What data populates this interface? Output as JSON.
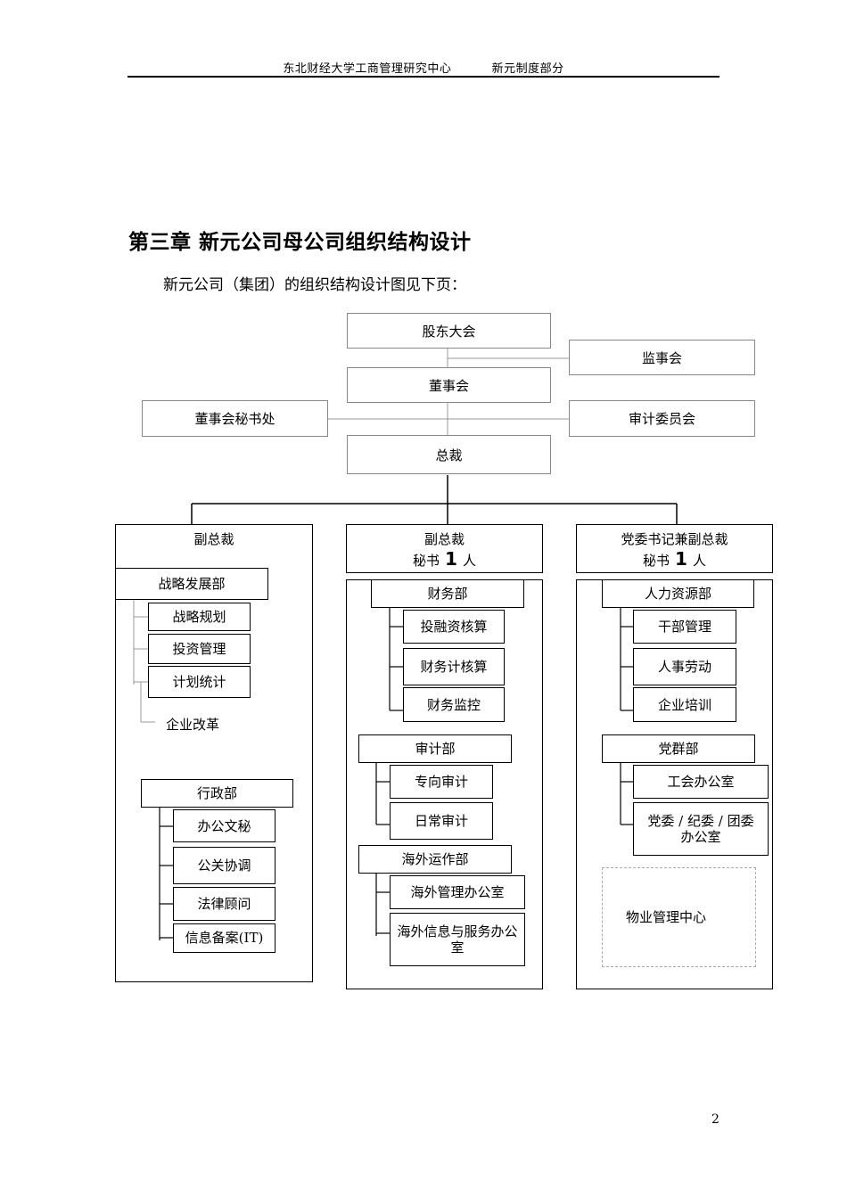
{
  "header": {
    "left": "东北财经大学工商管理研究中心",
    "right": "新元制度部分"
  },
  "chapter_title": "第三章  新元公司母公司组织结构设计",
  "intro": "新元公司（集团）的组织结构设计图见下页：",
  "page_number": "2",
  "org": {
    "shareholders": "股东大会",
    "supervisors": "监事会",
    "board": "董事会",
    "board_secretary": "董事会秘书处",
    "audit_committee": "审计委员会",
    "president": "总裁",
    "vp_left": "副总裁",
    "vp_middle": {
      "title": "副总裁",
      "sec_prefix": "秘书",
      "sec_num": "1",
      "sec_suffix": "人"
    },
    "vp_right": {
      "title": "党委书记兼副总裁",
      "sec_prefix": "秘书",
      "sec_num": "1",
      "sec_suffix": "人"
    },
    "strategy_dept": "战略发展部",
    "strategy_items": [
      "战略规划",
      "投资管理",
      "计划统计"
    ],
    "enterprise_reform": "企业改革",
    "admin_dept": "行政部",
    "admin_items": [
      "办公文秘",
      "公关协调",
      "法律顾问",
      "信息备案(IT)"
    ],
    "finance_dept": "财务部",
    "finance_items": [
      "投融资核算",
      "财务计核算",
      "财务监控"
    ],
    "audit_dept": "审计部",
    "audit_items": [
      "专向审计",
      "日常审计"
    ],
    "overseas_dept": "海外运作部",
    "overseas_items": [
      "海外管理办公室",
      "海外信息与服务办公室"
    ],
    "hr_dept": "人力资源部",
    "hr_items": [
      "干部管理",
      "人事劳动",
      "企业培训"
    ],
    "party_dept": "党群部",
    "party_items": [
      "工会办公室",
      "党委 / 纪委 / 团委办公室"
    ],
    "property_center": "物业管理中心"
  }
}
